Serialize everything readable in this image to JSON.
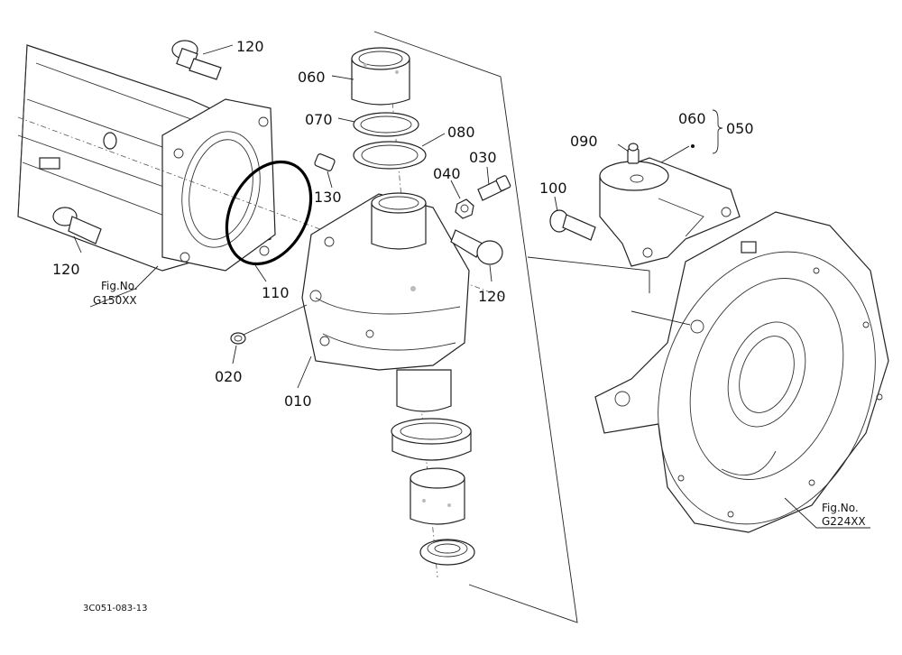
{
  "callouts": {
    "p120_top": "120",
    "p120_left": "120",
    "p120_right": "120",
    "p060_top": "060",
    "p070": "070",
    "p080": "080",
    "p040": "040",
    "p030": "030",
    "p130": "130",
    "p110": "110",
    "p020": "020",
    "p010": "010",
    "p090": "090",
    "p060_right": "060",
    "p050": "050",
    "p100": "100"
  },
  "references": {
    "left_fig_label": "Fig.No.",
    "left_fig_code": "G150XX",
    "right_fig_label": "Fig.No.",
    "right_fig_code": "G224XX"
  },
  "drawing_code": "3C051-083-13"
}
